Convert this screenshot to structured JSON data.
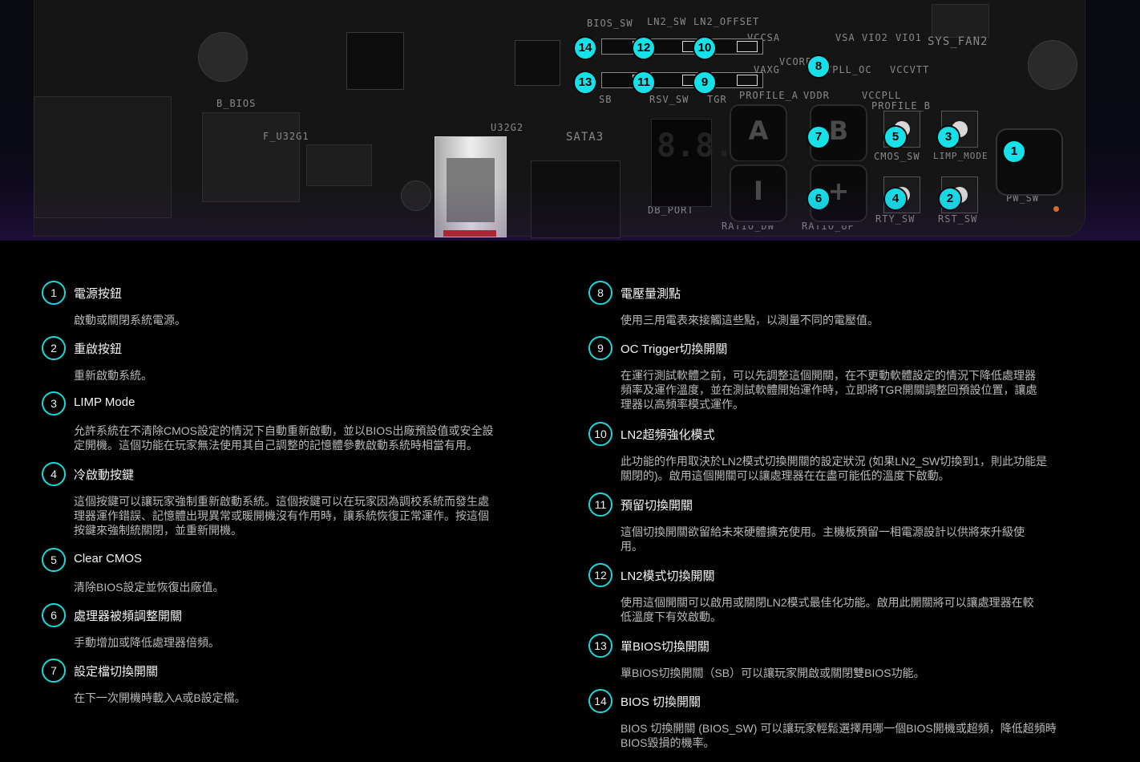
{
  "board_labels": {
    "bios_sw": "BIOS_SW",
    "ln2_sw": "LN2_SW",
    "ln2_offset": "LN2_OFFSET",
    "sb": "SB",
    "rsv_sw": "RSV_SW",
    "tgr": "TGR",
    "vccsa": "VCCSA",
    "vsa": "VSA",
    "vio2": "VIO2",
    "vio1": "VIO1",
    "sys_fan2": "SYS_FAN2",
    "vaxg": "VAXG",
    "vcore": "VCORE",
    "vpll_oc": "VPLL_OC",
    "vccvtt": "VCCVTT",
    "profile_a": "PROFILE_A",
    "vddr": "VDDR",
    "vccpll": "VCCPLL",
    "profile_b": "PROFILE_B",
    "cmos_sw": "CMOS_SW",
    "limp_mode": "LIMP_MODE",
    "pw_sw": "PW_SW",
    "db_port": "DB_PORT",
    "ratio_dw": "RATIO_DW",
    "ratio_up": "RATIO_UP",
    "rty_sw": "RTY_SW",
    "rst_sw": "RST_SW",
    "sata3": "SATA3",
    "u32g2": "U32G2",
    "b_bios": "B_BIOS",
    "f_u32g1": "F_U32G1",
    "btn_a": "A",
    "btn_b": "B",
    "btn_minus": "I",
    "btn_plus": "+",
    "seg_display": "8.8."
  },
  "callouts": [
    "1",
    "2",
    "3",
    "4",
    "5",
    "6",
    "7",
    "8",
    "9",
    "10",
    "11",
    "12",
    "13",
    "14"
  ],
  "accent_color": "#19d8dc",
  "left_items": [
    {
      "num": "1",
      "title": "電源按鈕",
      "desc": [
        "啟動或關閉系統電源。"
      ]
    },
    {
      "num": "2",
      "title": "重啟按鈕",
      "desc": [
        "重新啟動系統。"
      ]
    },
    {
      "num": "3",
      "title": "LIMP Mode",
      "desc": [
        "允許系統在不清除CMOS設定的情況下自動重新啟動，並以BIOS出廠預設值或安全設",
        "定開機。這個功能在玩家無法使用其自己調整的記憶體參數啟動系統時相當有用。"
      ]
    },
    {
      "num": "4",
      "title": "冷啟動按鍵",
      "desc": [
        "這個按鍵可以讓玩家強制重新啟動系統。這個按鍵可以在玩家因為調校系統而發生處",
        "理器運作錯誤、記憶體出現異常或暖開機沒有作用時，讓系統恢復正常運作。按這個",
        "按鍵來強制統關閉，並重新開機。"
      ]
    },
    {
      "num": "5",
      "title": "Clear CMOS",
      "desc": [
        "清除BIOS設定並恢復出廠值。"
      ]
    },
    {
      "num": "6",
      "title": "處理器被頻調整開關",
      "desc": [
        "手動增加或降低處理器倍頻。"
      ]
    },
    {
      "num": "7",
      "title": "設定檔切換開關",
      "desc": [
        "在下一次開機時載入A或B設定檔。"
      ]
    }
  ],
  "right_items": [
    {
      "num": "8",
      "title": "電壓量測點",
      "desc": [
        "使用三用電表來接觸這些點，以測量不同的電壓值。"
      ]
    },
    {
      "num": "9",
      "title": "OC Trigger切換開關",
      "desc": [
        "在運行測試軟體之前，可以先調整這個開關，在不更動軟體設定的情況下降低處理器",
        "頻率及運作溫度，並在測試軟體開始運作時，立即將TGR開關調整回預設位置，讓處",
        "理器以高頻率模式運作。"
      ]
    },
    {
      "num": "10",
      "title": "LN2超頻強化模式",
      "desc": [
        "此功能的作用取決於LN2模式切換開關的設定狀況 (如果LN2_SW切換到1，則此功能是",
        "關閉的)。啟用這個開關可以讓處理器在在盡可能低的溫度下啟動。"
      ]
    },
    {
      "num": "11",
      "title": "預留切換開關",
      "desc": [
        "這個切換開關欲留給未來硬體擴充使用。主機板預留一相電源設計以供將來升級使",
        "用。"
      ]
    },
    {
      "num": "12",
      "title": "LN2模式切換開關",
      "desc": [
        "使用這個開關可以啟用或關閉LN2模式最佳化功能。啟用此開關將可以讓處理器在較",
        "低溫度下有效啟動。"
      ]
    },
    {
      "num": "13",
      "title": "單BIOS切換開關",
      "desc": [
        "單BIOS切換開關（SB）可以讓玩家開啟或關閉雙BIOS功能。"
      ]
    },
    {
      "num": "14",
      "title": "BIOS 切換開關",
      "desc": [
        "BIOS 切換開關 (BIOS_SW) 可以讓玩家輕鬆選擇用哪一個BIOS開機或超頻，降低超頻時",
        "BIOS毀損的機率。"
      ]
    }
  ]
}
